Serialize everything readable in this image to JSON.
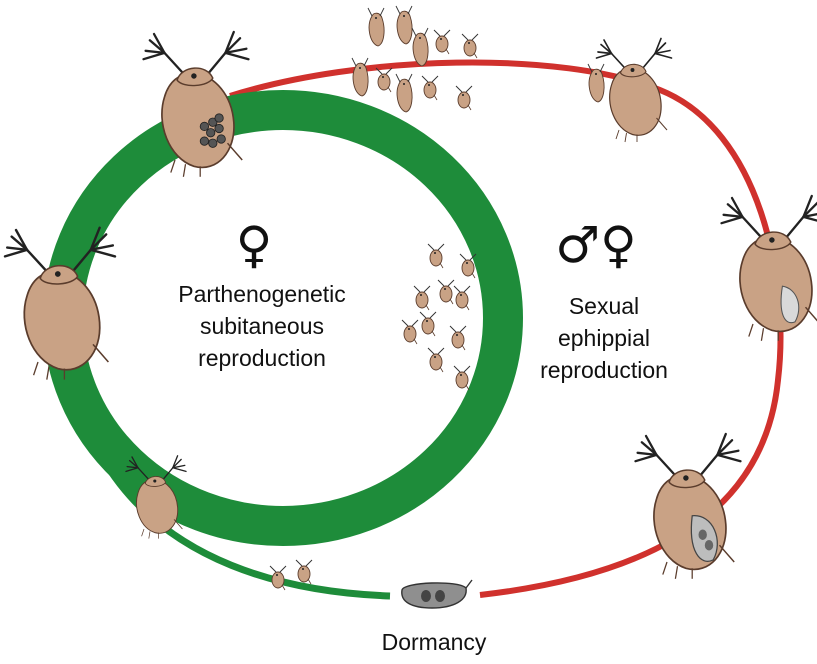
{
  "diagram": {
    "left_label": {
      "symbol": "♀",
      "lines": [
        "Parthenogenetic",
        "subitaneous",
        "reproduction"
      ]
    },
    "right_label": {
      "symbols": "♂♀",
      "lines": [
        "Sexual",
        "ephippial",
        "reproduction"
      ]
    },
    "bottom_label": "Dormancy"
  },
  "colors": {
    "asexual_cycle": "#1e8c3a",
    "sexual_cycle": "#d0312d",
    "daphnia_body": "#c9a285",
    "daphnia_outline": "#5a3c2c",
    "ephippium": "#8f8f8f"
  }
}
